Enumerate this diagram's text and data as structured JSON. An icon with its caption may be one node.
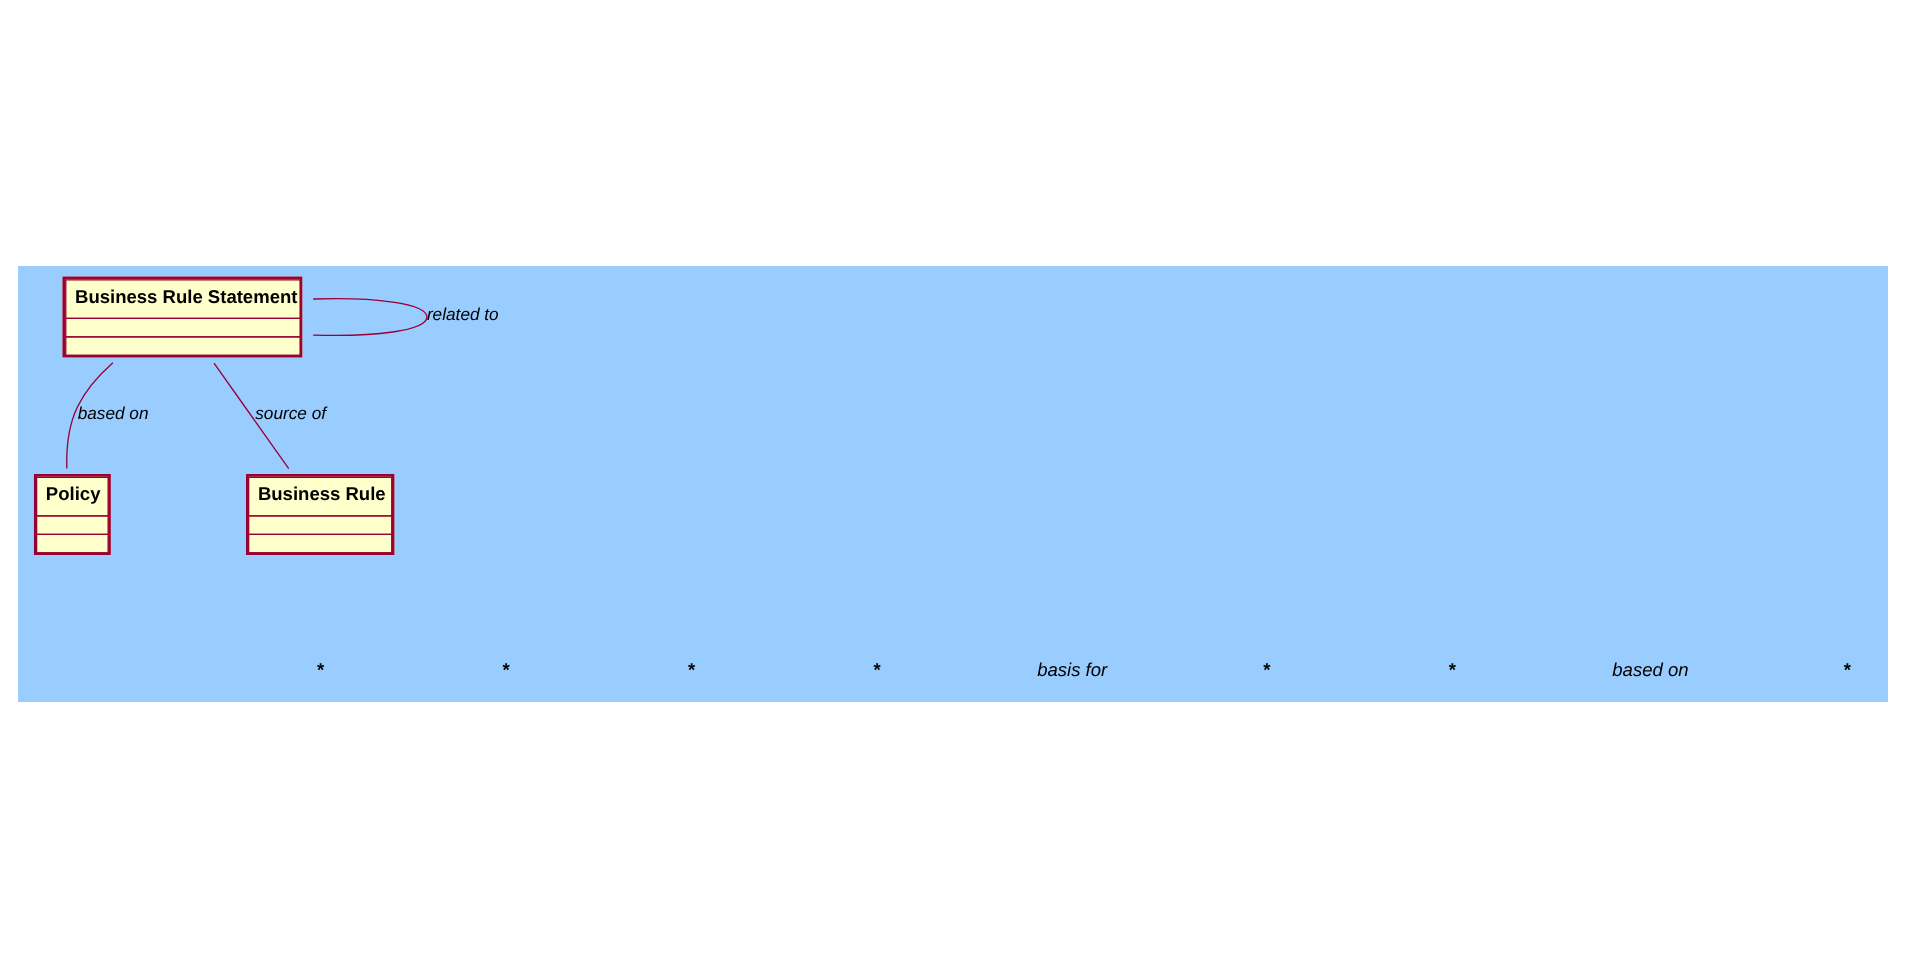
{
  "diagram": {
    "nodes": [
      {
        "text": [
          "Business Rule Statement"
        ]
      },
      {
        "text": [
          "Policy"
        ]
      },
      {
        "text": [
          "Business Rule"
        ]
      }
    ],
    "edges": [
      {
        "from": 0,
        "to": 0,
        "arrow": "none",
        "label": "related to"
      },
      {
        "from": 0,
        "to": 1,
        "arrow": "none",
        "label": "based on"
      },
      {
        "from": 0,
        "to": 2,
        "arrow": "none",
        "label": "source of"
      }
    ],
    "labels": [
      "*",
      "*",
      "*",
      "*",
      "basis for",
      "*",
      "*",
      "based on",
      "*"
    ]
  }
}
